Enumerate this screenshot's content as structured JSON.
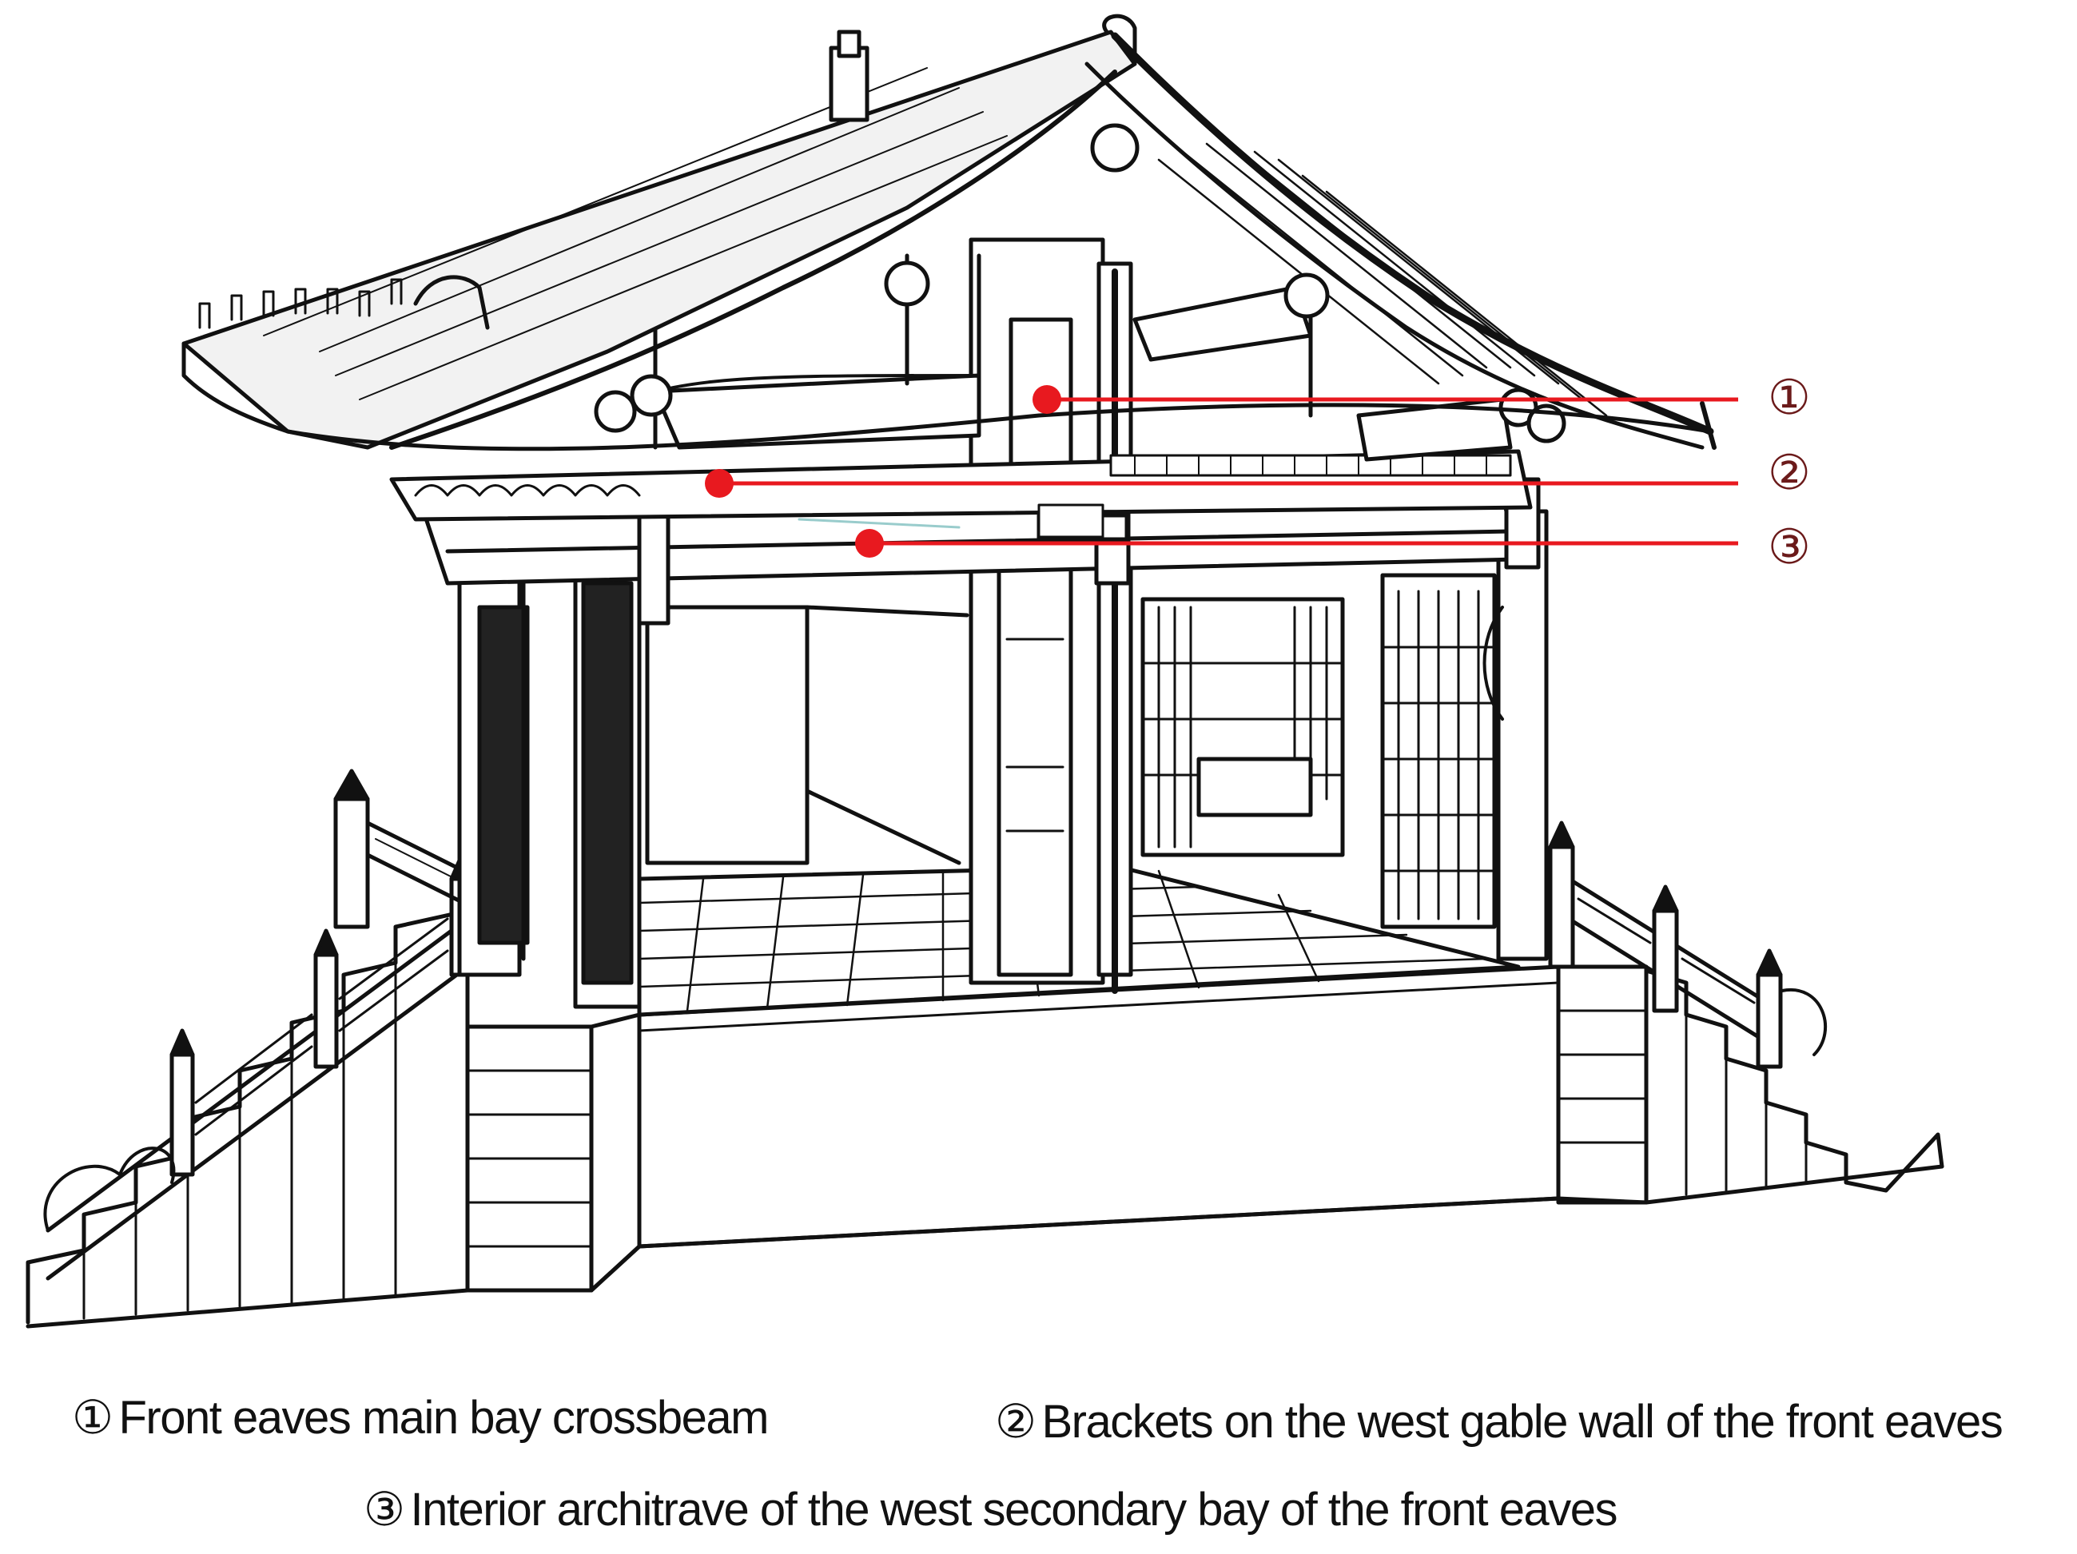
{
  "colors": {
    "line": "#111111",
    "marker": "#e8191f",
    "callout_number": "#6b1a1a",
    "background": "#ffffff"
  },
  "callouts": [
    {
      "number": "①",
      "label": "Front eaves main bay crossbeam"
    },
    {
      "number": "②",
      "label": "Brackets on the west gable wall of the front eaves"
    },
    {
      "number": "③",
      "label": "Interior architrave of the west secondary bay of the front eaves"
    }
  ]
}
